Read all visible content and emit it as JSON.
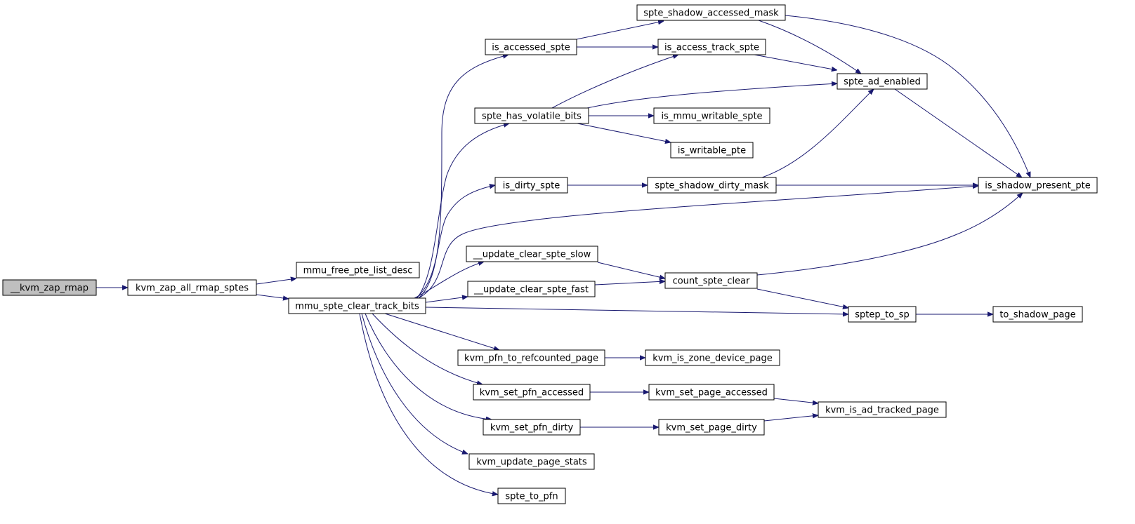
{
  "graph": {
    "colors": {
      "edge": "#191970",
      "root_fill": "#bfbfbf",
      "node_fill": "#ffffff",
      "node_stroke": "#000000"
    },
    "nodes": [
      {
        "id": "n0",
        "label": "__kvm_zap_rmap",
        "root": true
      },
      {
        "id": "n1",
        "label": "kvm_zap_all_rmap_sptes"
      },
      {
        "id": "n2",
        "label": "mmu_free_pte_list_desc"
      },
      {
        "id": "n3",
        "label": "mmu_spte_clear_track_bits"
      },
      {
        "id": "n4",
        "label": "is_accessed_spte"
      },
      {
        "id": "n5",
        "label": "spte_shadow_accessed_mask"
      },
      {
        "id": "n6",
        "label": "is_access_track_spte"
      },
      {
        "id": "n7",
        "label": "spte_ad_enabled"
      },
      {
        "id": "n8",
        "label": "spte_has_volatile_bits"
      },
      {
        "id": "n9",
        "label": "is_mmu_writable_spte"
      },
      {
        "id": "n10",
        "label": "is_writable_pte"
      },
      {
        "id": "n11",
        "label": "is_dirty_spte"
      },
      {
        "id": "n12",
        "label": "spte_shadow_dirty_mask"
      },
      {
        "id": "n13",
        "label": "is_shadow_present_pte"
      },
      {
        "id": "n14",
        "label": "__update_clear_spte_slow"
      },
      {
        "id": "n15",
        "label": "count_spte_clear"
      },
      {
        "id": "n16",
        "label": "__update_clear_spte_fast"
      },
      {
        "id": "n17",
        "label": "sptep_to_sp"
      },
      {
        "id": "n18",
        "label": "to_shadow_page"
      },
      {
        "id": "n19",
        "label": "kvm_pfn_to_refcounted_page"
      },
      {
        "id": "n20",
        "label": "kvm_is_zone_device_page"
      },
      {
        "id": "n21",
        "label": "kvm_set_pfn_accessed"
      },
      {
        "id": "n22",
        "label": "kvm_set_page_accessed"
      },
      {
        "id": "n23",
        "label": "kvm_is_ad_tracked_page"
      },
      {
        "id": "n24",
        "label": "kvm_set_pfn_dirty"
      },
      {
        "id": "n25",
        "label": "kvm_set_page_dirty"
      },
      {
        "id": "n26",
        "label": "kvm_update_page_stats"
      },
      {
        "id": "n27",
        "label": "spte_to_pfn"
      }
    ],
    "edges": [
      [
        "n0",
        "n1"
      ],
      [
        "n1",
        "n2"
      ],
      [
        "n1",
        "n3"
      ],
      [
        "n3",
        "n4"
      ],
      [
        "n3",
        "n8"
      ],
      [
        "n3",
        "n11"
      ],
      [
        "n3",
        "n13"
      ],
      [
        "n3",
        "n14"
      ],
      [
        "n3",
        "n16"
      ],
      [
        "n3",
        "n17"
      ],
      [
        "n3",
        "n19"
      ],
      [
        "n3",
        "n21"
      ],
      [
        "n3",
        "n24"
      ],
      [
        "n3",
        "n26"
      ],
      [
        "n3",
        "n27"
      ],
      [
        "n4",
        "n5"
      ],
      [
        "n4",
        "n6"
      ],
      [
        "n5",
        "n7"
      ],
      [
        "n5",
        "n13"
      ],
      [
        "n6",
        "n7"
      ],
      [
        "n7",
        "n13"
      ],
      [
        "n8",
        "n6"
      ],
      [
        "n8",
        "n7"
      ],
      [
        "n8",
        "n9"
      ],
      [
        "n8",
        "n10"
      ],
      [
        "n11",
        "n12"
      ],
      [
        "n12",
        "n7"
      ],
      [
        "n12",
        "n13"
      ],
      [
        "n14",
        "n15"
      ],
      [
        "n16",
        "n15"
      ],
      [
        "n15",
        "n13"
      ],
      [
        "n15",
        "n17"
      ],
      [
        "n17",
        "n18"
      ],
      [
        "n19",
        "n20"
      ],
      [
        "n21",
        "n22"
      ],
      [
        "n22",
        "n23"
      ],
      [
        "n24",
        "n25"
      ],
      [
        "n25",
        "n23"
      ]
    ]
  }
}
